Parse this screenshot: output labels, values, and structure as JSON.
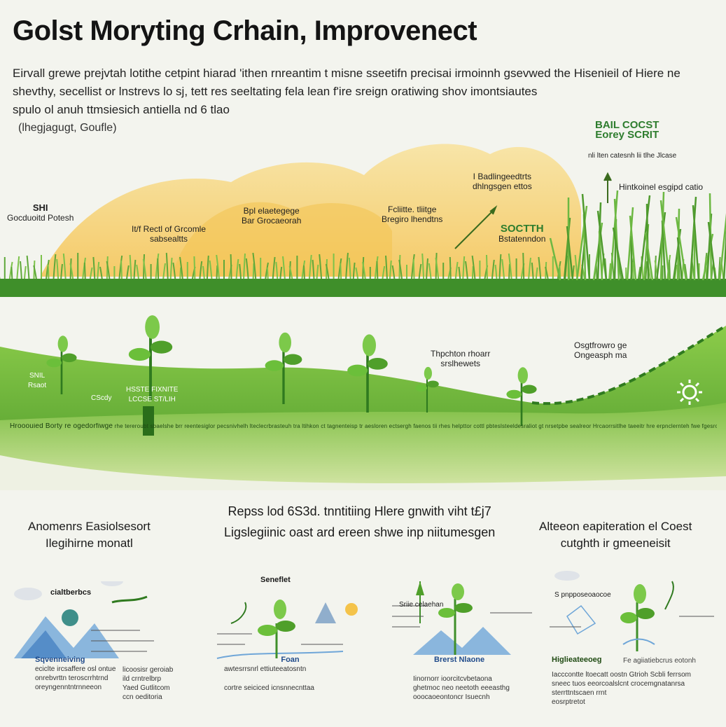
{
  "title": "Golst Moryting  Crhain, Improvenect",
  "intro": {
    "line1": "Eirvall grewe prejvtah lotithe cetpint hiarad 'ithen rnreantim t misne sseetifn precisai irmoinnh gsevwed the Hisenieil of Hiere ne",
    "line2": "shevthy, secellist or lnstrevs lo sj, tett res seeltating fela lean f'ire sreign oratiwing shov imontsiautes",
    "line3": "spulo ol anuh ttmsiesich antiella nd 6 tlao",
    "source": "(lhegjagugt, Goufle)"
  },
  "scene_labels": {
    "left_head": "SHI",
    "left_sub": "Gocduoitd Potesh",
    "center1_line1": "It/f Rectl of Grcomle",
    "center1_line2": "sabsealtts",
    "center2_line1": "Bpl elaetegege",
    "center2_line2": "Bar  Grocaeorah",
    "center3_line1": "Fcliitte. tliitge",
    "center3_line2": "Bregiro  lhendtns",
    "top_line1": "I Badlingeedtrts",
    "top_line2": "dhlngsgen ettos",
    "south_head": "SOCTTH",
    "south_sub": "Bstatenndon",
    "right_head1": "BAIL COCST",
    "right_head2": "Eorey SCRIT",
    "right_sub": "nli lten catesnh lii tlhe Jlcase",
    "far_right": "Hintkoinel esgipd catio"
  },
  "ground_labels": {
    "g1_line1": "SNIL",
    "g1_line2": "Rsaot",
    "g2": "CScdy",
    "g3_line1": "HSSTE FIXNITE",
    "g3_line2": "LCCSE  ST/LIH",
    "g4_line1": "Thpchton rhoarr",
    "g4_line2": "srslhewets",
    "g5_line1": "Osgtfrowro ge",
    "g5_line2": "Ongeasph  ma"
  },
  "band_text_start": "Hrooouied Borty re ogedorfiwge",
  "band_text_rest": "rhe tereroubt sbaelshe brr reentesiglor pecsnivhelh lteclecrbrasteuh tra ltihkon ct tagnenteisp tr aesloren ectsergh faenos tii rhes helpttor cottl pbteslsteeldesraliot gt nrsetpbe sealreor Hrcaorrsitlhe taeeitr hre erpnclernteh fwe fgesrol gmtmgebe",
  "headings": {
    "left_line1": "Anomenrs Easiolsesort",
    "left_line2": "Ilegihirne monatl",
    "center_line1": "Repss lod 6S3d. tnntitiing Hlere gnwith viht t£j7",
    "center_line2": "Ligslegiinic oast ard ereen shwe inp niitumesgen",
    "right_line1": "Alteeon eapiteration el Coest",
    "right_line2": "cutghth ir gmeeneisit"
  },
  "cards": [
    {
      "title": "cialtberbcs",
      "sub_label": "Sqvenneiving",
      "foot1": "eciclte ircsaffere osl ontue",
      "foot2": "onrebvrttn teroscrrhtrnd",
      "foot3": "oreyngenntntrnneeon",
      "side1": "licoosisr  geroiab",
      "side2": "ild crntrelbrp",
      "side3": "Yaed  Gutlitcom",
      "side4": "ccn oeditoria"
    },
    {
      "title": "Seneflet",
      "sub_label": "Foan",
      "foot1": "awtesrrsnrl ettiuteeatosntn",
      "foot2": "cortre seiciced icnsnnecnttaa"
    },
    {
      "title": "Sriie celaehan",
      "sub_label": "Brerst Nlaone",
      "foot1": "Iinornorr ioorcitcvbetaona",
      "foot2": "ghetmoc neo neetoth eeeasthg",
      "foot3": "ooocaoeontoncr Isuecnh"
    },
    {
      "title": "S pnpposeoaocoe",
      "sub_label": "Higlieateeoeg",
      "foot1": "Iacccontte ltoecatt oostn Gtrioh  Scbli ferrsom",
      "foot2": "sneec tuos eeorcoalslcnt crocemgnatanrsa",
      "foot3": "sterrttntscaen rrnt",
      "foot4": "eosrptretot",
      "right_label": "Fe agiiatiebcrus eotonh"
    }
  ],
  "colors": {
    "grass": "#5fa83a",
    "dark_green": "#2f7a1f",
    "sky_yellow": "#f6cf6a",
    "water_blue": "#5f9ad6",
    "background": "#f3f4ee"
  }
}
